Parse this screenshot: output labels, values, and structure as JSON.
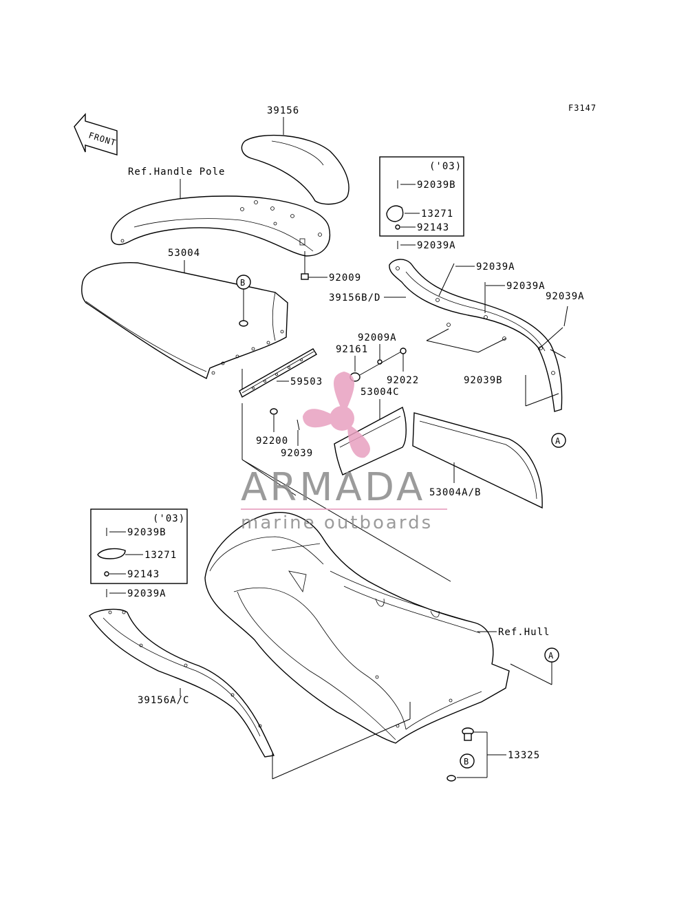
{
  "figure_code": "F3147",
  "front_label": "FRONT",
  "refs": {
    "handle_pole": "Ref.Handle Pole",
    "hull": "Ref.Hull"
  },
  "year_boxes": [
    {
      "year": "('03)",
      "items": [
        "92039B",
        "13271",
        "92143"
      ]
    },
    {
      "year": "('03)",
      "items": [
        "92039B",
        "13271",
        "92143"
      ]
    }
  ],
  "parts": {
    "p39156": "39156",
    "p53004": "53004",
    "p92009": "92009",
    "p39156BD": "39156B/D",
    "p92039A_top": "92039A",
    "p92039A_2": "92039A",
    "p92039A_3": "92039A",
    "p92039A_4": "92039A",
    "p92009A": "92009A",
    "p92161": "92161",
    "p92022": "92022",
    "p92039B": "92039B",
    "p59503": "59503",
    "p53004C": "53004C",
    "p92200": "92200",
    "p92039": "92039",
    "p53004AB": "53004A/B",
    "p92039A_left": "92039A",
    "p39156AC": "39156A/C",
    "p13325": "13325"
  },
  "callouts": {
    "A1": "A",
    "A2": "A",
    "B1": "B",
    "B2": "B"
  },
  "watermark": {
    "brand": "ARMADA",
    "tagline": "marine outboards",
    "color": "#e8a0c0"
  }
}
